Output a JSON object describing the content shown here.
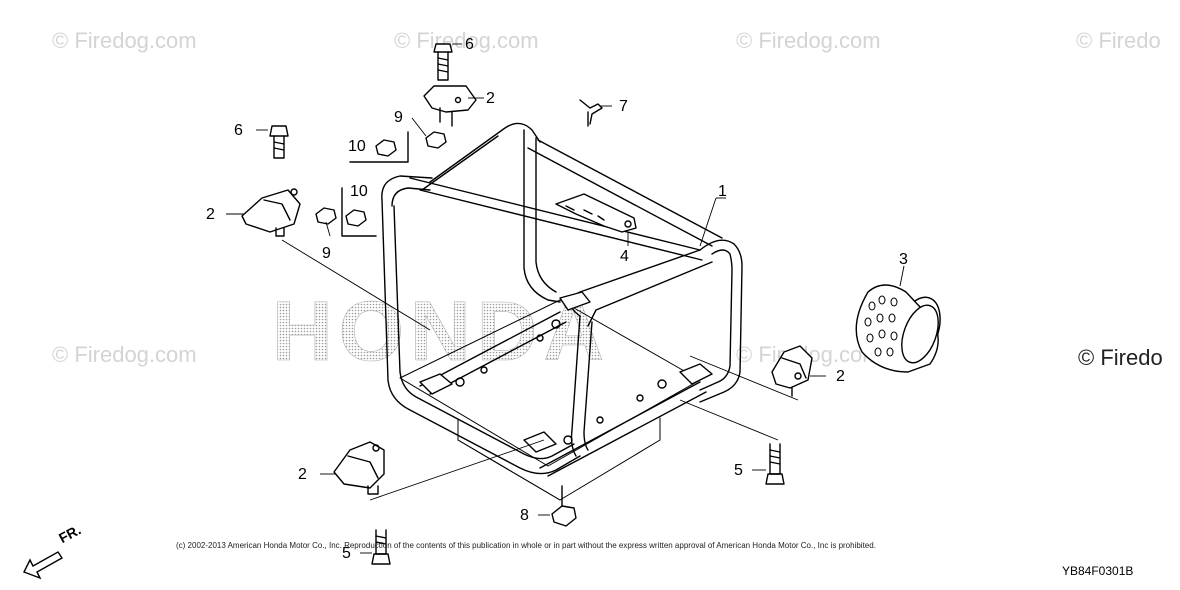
{
  "watermarks": {
    "text": "© Firedog.com",
    "cut_text": "© Firedo"
  },
  "brand_watermark": "HONDA",
  "callouts": {
    "frame": "1",
    "mount": "2",
    "muffler_guard": "3",
    "bracket": "4",
    "bolt_5": "5",
    "bolt_6": "6",
    "wing_bolt": "7",
    "nut_8": "8",
    "nut_9": "9",
    "nut_10": "10"
  },
  "direction_label": "FR.",
  "copyright": "(c) 2002-2013 American Honda Motor Co., Inc. Reproduction of the contents of this publication in whole or in part without the express written approval of American Honda Motor Co., Inc is prohibited.",
  "diagram_code": "YB84F0301B"
}
